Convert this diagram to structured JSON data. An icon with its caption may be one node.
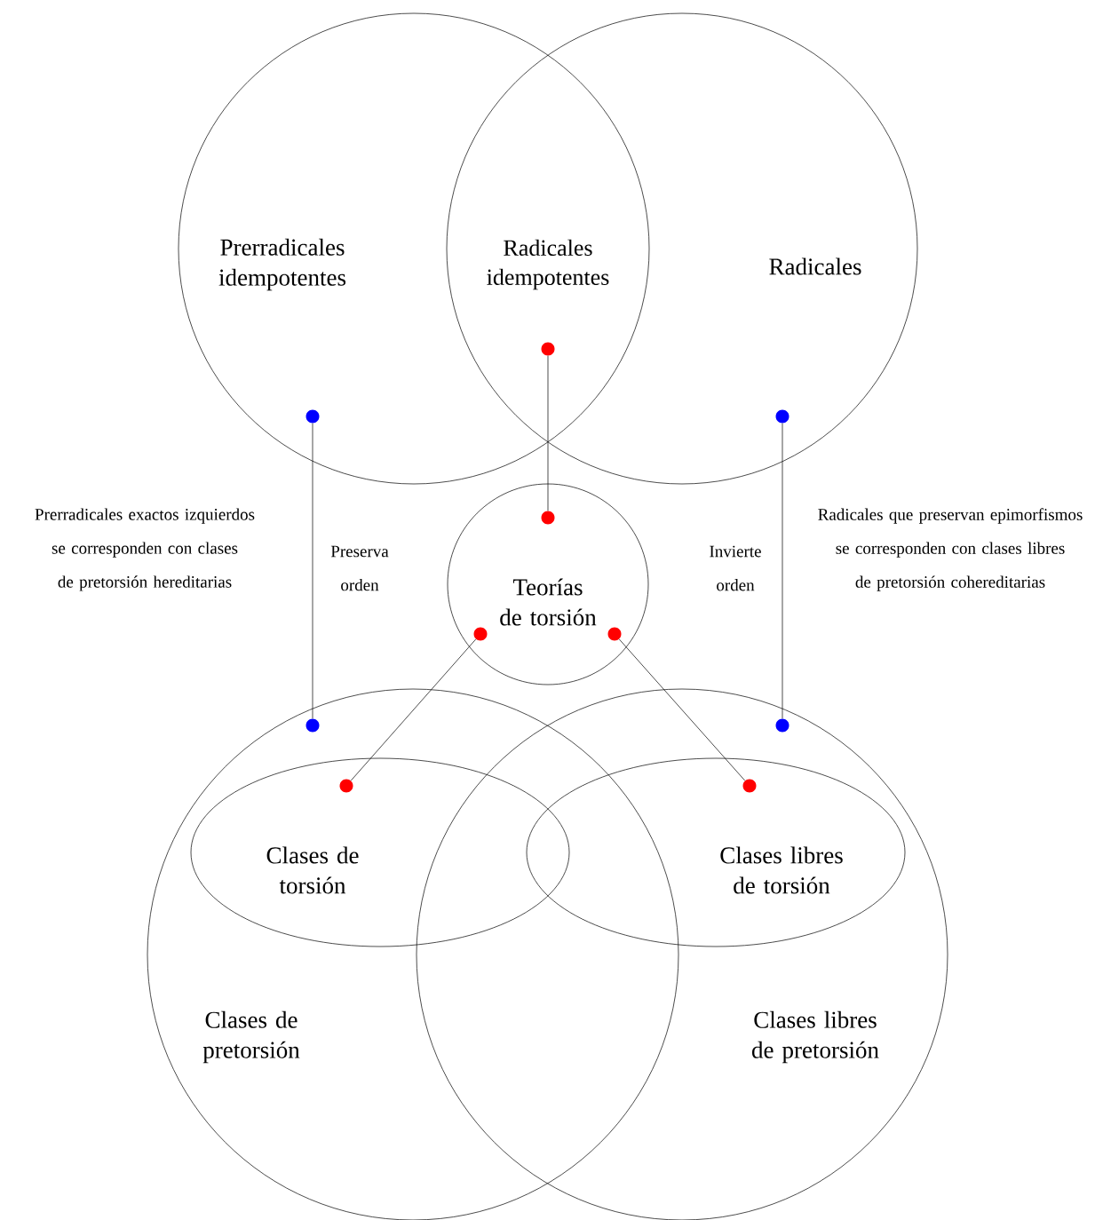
{
  "diagram": {
    "nodes": [
      {
        "text": [
          "Prerradicales idempotentes"
        ]
      },
      {
        "text": [
          "Radicales"
        ]
      },
      {
        "text": [],
        "shape": "circle"
      },
      {
        "text": [],
        "shape": "circle",
        "in": 0
      },
      {
        "text": [],
        "shape": "circle",
        "in": 1
      },
      {
        "text": [
          "Teorías de torsión"
        ]
      },
      {
        "text": [],
        "shape": "circle",
        "in": 5
      },
      {
        "text": [],
        "shape": "circle",
        "in": 5
      },
      {
        "text": [],
        "shape": "circle",
        "in": 5
      },
      {
        "text": [
          "Clases de pretorsión"
        ]
      },
      {
        "text": [
          "Clases libres de pretorsión"
        ]
      },
      {
        "text": [],
        "shape": "circle",
        "in": 9
      },
      {
        "text": [],
        "shape": "circle",
        "in": 10
      },
      {
        "text": [
          "Clases de torsión"
        ],
        "in": 9
      },
      {
        "text": [
          "Clases libres de torsión"
        ],
        "in": 10
      },
      {
        "text": [],
        "shape": "circle",
        "in": 13
      },
      {
        "text": [],
        "shape": "circle",
        "in": 14
      }
    ],
    "edges": [
      {
        "from": 2,
        "to": 6,
        "arrow": "none"
      },
      {
        "from": 7,
        "to": 15,
        "arrow": "none"
      },
      {
        "from": 8,
        "to": 16,
        "arrow": "none"
      },
      {
        "from": 3,
        "to": 11,
        "arrow": "none",
        "label": "Preserva orden"
      },
      {
        "from": 4,
        "to": 12,
        "arrow": "none",
        "label": "Invierte orden"
      }
    ],
    "labels": [
      "Radicales idempotentes",
      "Prerradicales exactos izquierdos se corresponden con clases de pretorsión hereditarias",
      "Radicales que preservan epimorfismos se corresponden con clases libres de pretorsión cohereditarias"
    ]
  }
}
